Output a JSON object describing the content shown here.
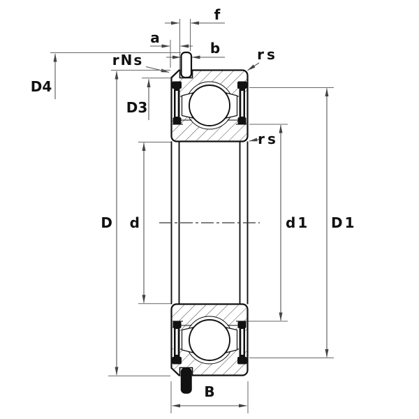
{
  "diagram": {
    "colors": {
      "ink": "#111111",
      "dimension_line": "#555555",
      "background": "#ffffff"
    },
    "labels": {
      "f": "f",
      "a": "a",
      "b": "b",
      "rs_upper": "rs",
      "rNs": "rNs",
      "D4": "D4",
      "D3": "D3",
      "rs_lower": "rs",
      "D": "D",
      "d": "d",
      "d1": "d1",
      "D1": "D1",
      "B": "B"
    }
  }
}
